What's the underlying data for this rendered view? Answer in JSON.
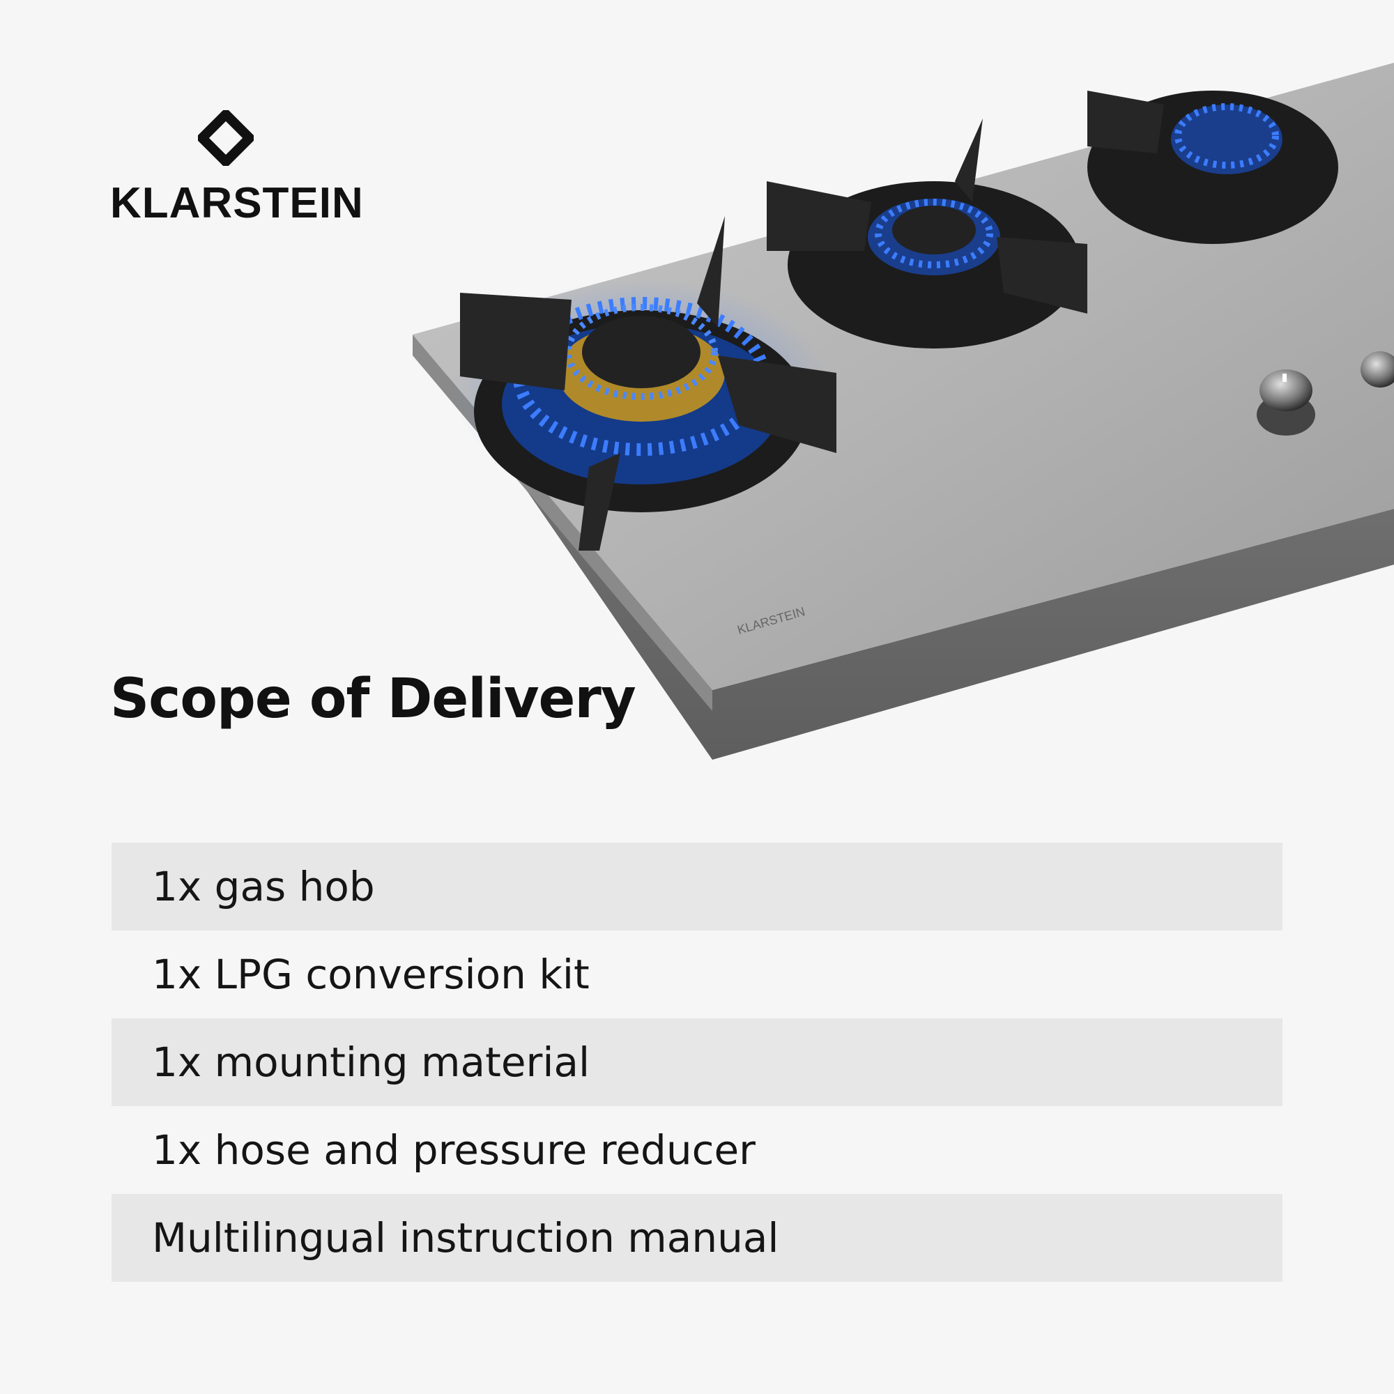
{
  "brand": {
    "name": "KLARSTEIN",
    "hob_engraving": "KLARSTEIN",
    "logo_icon": "diamond-logo-icon"
  },
  "title": "Scope of Delivery",
  "items": [
    "1x gas hob",
    "1x LPG conversion kit",
    "1x mounting material",
    "1x hose and pressure reducer",
    "Multilingual instruction manual"
  ],
  "colors": {
    "background": "#f6f6f6",
    "row_shade": "#e7e7e7",
    "text": "#111111",
    "flame": "#2f6bff",
    "steel": "#b9b9b9"
  }
}
